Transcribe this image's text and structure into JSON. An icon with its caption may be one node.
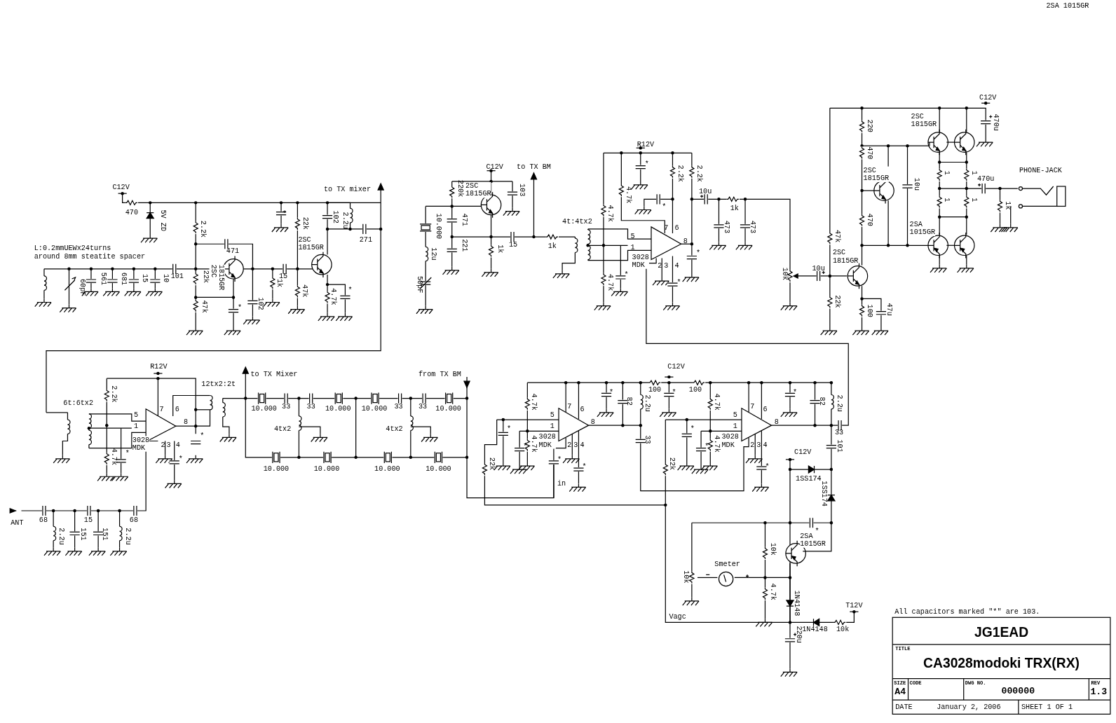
{
  "diagram": {
    "labels": [
      "2SA 1015GR",
      "C12V",
      "470",
      "5V ZD",
      "2.2k",
      "*",
      "22k",
      "102",
      "2.2u",
      "to TX mixer",
      "271",
      "471",
      "2SC 1815GR",
      "L:0.2mmUEWx24turns around 8mm steatite spacer",
      "60pF",
      "561",
      "681",
      "15",
      "10",
      "101",
      "22k",
      "2SC 1815GR",
      "15",
      "1k",
      "47k",
      "*",
      "102",
      "47k",
      "4.7k",
      "*",
      "C12V",
      "to TX BM",
      "2SC 1815GR",
      "220k",
      "103",
      "10.000",
      "471",
      "221",
      "12u",
      "50pF",
      "15",
      "1k",
      "1k",
      "4t:4tx2",
      "R12V",
      "*",
      "4.7k",
      "2.2k",
      "2.2k",
      "4.7k",
      "*",
      "10u",
      "1k",
      "473",
      "473",
      "5",
      "7",
      "6",
      "8",
      "1",
      "3028 MDK",
      "2",
      "3",
      "4",
      "*",
      "*",
      "4.7k",
      "*",
      "C12V",
      "220",
      "2SC 1815GR",
      "470u",
      "470",
      "2SC 1815GR",
      "10u",
      "1",
      "1",
      "470u",
      "PHONE-JACK",
      "1",
      "1",
      "1k",
      "470",
      "2SA 1015GR",
      "47k",
      "2SC 1815GR",
      "10k",
      "10u",
      "22k",
      "100",
      "47u",
      "R12V",
      "2.2k",
      "12tx2:2t",
      "6t:6tx2",
      "5",
      "7",
      "6",
      "8",
      "1",
      "3028 MDK",
      "2",
      "3",
      "4",
      "*",
      "*",
      "4.7k",
      "*",
      "to TX Mixer",
      "from TX BM",
      "10.000",
      "33",
      "33",
      "10.000",
      "10.000",
      "33",
      "33",
      "10.000",
      "4tx2",
      "4tx2",
      "10.000",
      "10.000",
      "10.000",
      "10.000",
      "ANT",
      "68",
      "15",
      "68",
      "2.2u",
      "151",
      "151",
      "2.2u",
      "C12V",
      "100",
      "*",
      "100",
      "4.7k",
      "5",
      "7",
      "6",
      "8",
      "1",
      "*",
      "82",
      "2.2u",
      "3028 MDK",
      "*",
      "*",
      "4.7k",
      "2",
      "3",
      "4",
      "33",
      "*",
      "*",
      "in",
      "22k",
      "4.7k",
      "5",
      "7",
      "6",
      "8",
      "1",
      "*",
      "82",
      "2.2u",
      "3028 MDK",
      "*",
      "*",
      "4.7k",
      "2",
      "3",
      "4",
      "*",
      "22k",
      "33",
      "101",
      "C12V",
      "1SS174",
      "1SS174",
      "*",
      "2SA 1015GR",
      "10k",
      "Smeter",
      "10k",
      "4.7k",
      "1N4148",
      "T12V",
      "Vagc",
      "1N4148",
      "10k",
      "220u",
      "All capacitors marked \"*\" are 103.",
      "JG1EAD",
      "TITLE",
      "CA3028modoki TRX(RX)",
      "SIZE",
      "CODE",
      "A4",
      "DWG NO.",
      "000000",
      "REV",
      "1.3",
      "DATE",
      "January 2, 2006",
      "SHEET 1 OF 1"
    ]
  }
}
